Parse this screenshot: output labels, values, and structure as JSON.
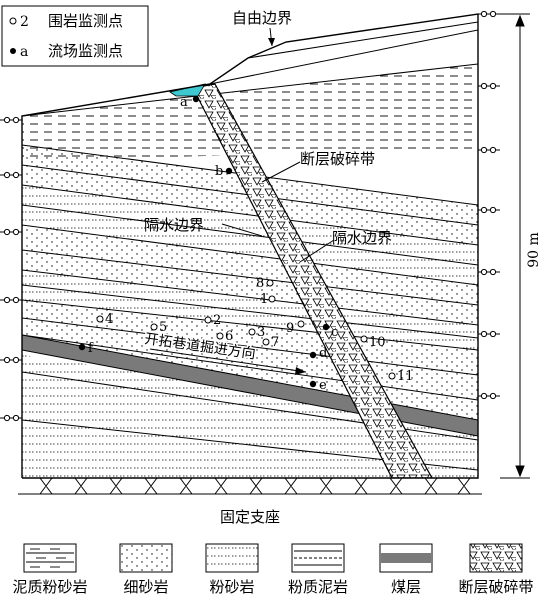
{
  "legend_top": {
    "surrounding_rock_point": {
      "symbol_label": "2",
      "text": "围岩监测点"
    },
    "flow_field_point": {
      "symbol_label": "a",
      "text": "流场监测点"
    }
  },
  "annotations": {
    "free_boundary": "自由边界",
    "fault_zone": "断层破碎带",
    "water_boundary_left": "隔水边界",
    "water_boundary_right": "隔水边界",
    "excavation_direction": "开拓巷道掘进方向",
    "fixed_support": "固定支座",
    "height_dimension": "90 m"
  },
  "rock_points": [
    "1",
    "2",
    "3",
    "4",
    "5",
    "6",
    "7",
    "8",
    "9",
    "10",
    "11"
  ],
  "flow_points": [
    "a",
    "b",
    "c",
    "d",
    "e",
    "f"
  ],
  "legend_bottom": [
    {
      "key": "muddy_siltstone",
      "label": "泥质粉砂岩"
    },
    {
      "key": "fine_sandstone",
      "label": "细砂岩"
    },
    {
      "key": "siltstone",
      "label": "粉砂岩"
    },
    {
      "key": "silty_mudstone",
      "label": "粉质泥岩"
    },
    {
      "key": "coal_seam",
      "label": "煤层"
    },
    {
      "key": "fault_breccia",
      "label": "断层破碎带"
    }
  ]
}
